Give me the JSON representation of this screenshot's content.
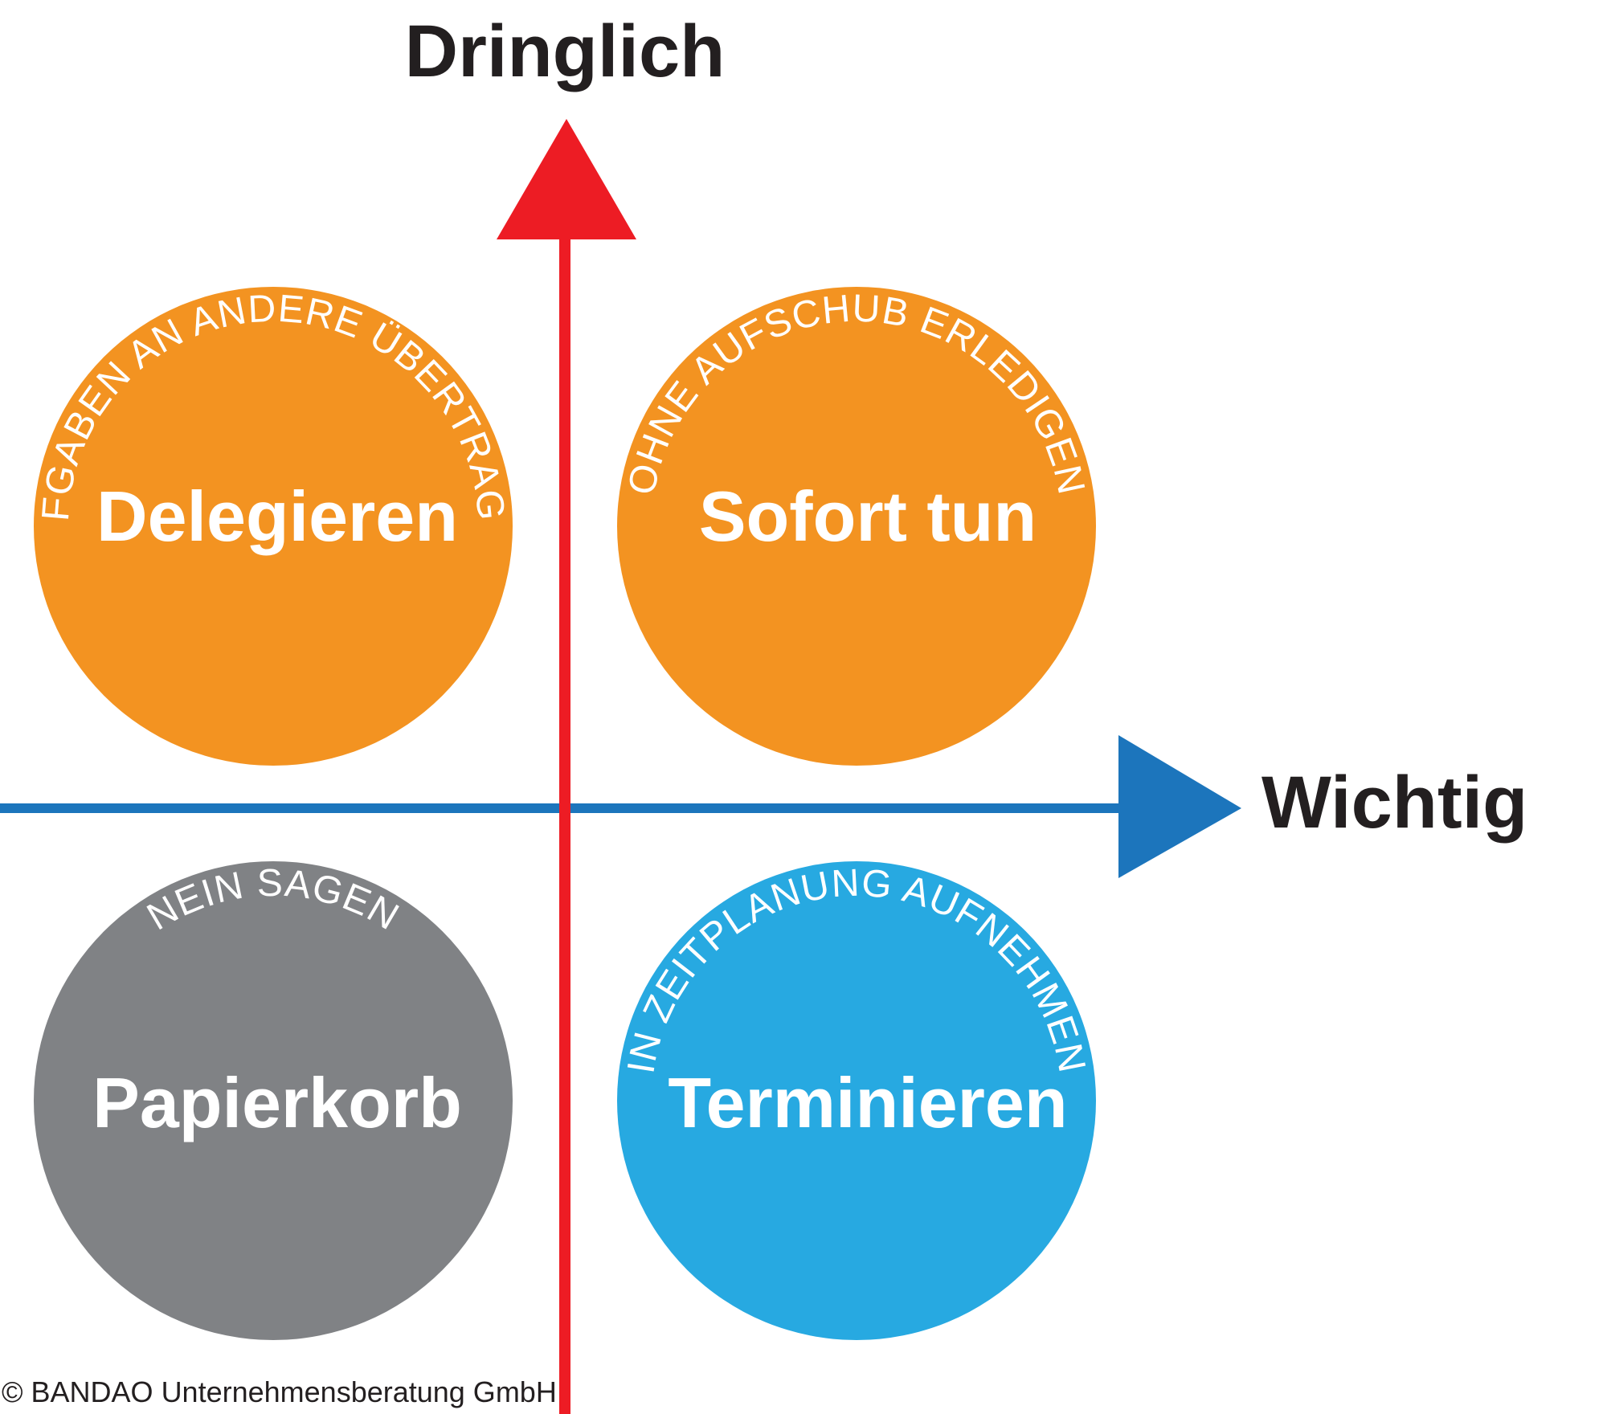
{
  "axes": {
    "vertical": {
      "label": "Dringlich",
      "color": "#ed1c24"
    },
    "horizontal": {
      "label": "Wichtig",
      "color": "#1c75bc"
    }
  },
  "quadrants": {
    "top_left": {
      "title": "Delegieren",
      "subtitle": "AUFGABEN AN ANDERE ÜBERTRAGEN",
      "color": "#f39321"
    },
    "top_right": {
      "title": "Sofort tun",
      "subtitle": "OHNE AUFSCHUB ERLEDIGEN",
      "color": "#f39321"
    },
    "bottom_left": {
      "title": "Papierkorb",
      "subtitle": "NEIN SAGEN",
      "color": "#808285"
    },
    "bottom_right": {
      "title": "Terminieren",
      "subtitle": "IN ZEITPLANUNG AUFNEHMEN",
      "color": "#27a9e1"
    }
  },
  "copyright": "© BANDAO Unternehmensberatung GmbH"
}
